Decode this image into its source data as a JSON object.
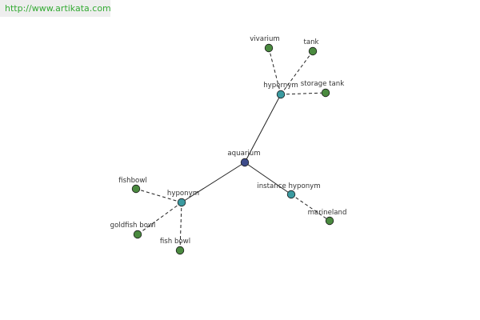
{
  "header": {
    "url_text": "http://www.artikata.com"
  },
  "colors": {
    "root": "#3d4b8a",
    "relation": "#3b9aa0",
    "leaf": "#4a8a3f",
    "edge": "#222222"
  },
  "graph": {
    "nodes": [
      {
        "id": "aquarium",
        "label": "aquarium",
        "kind": "root"
      },
      {
        "id": "hypernym",
        "label": "hypernym",
        "kind": "relation"
      },
      {
        "id": "hyponym",
        "label": "hyponym",
        "kind": "relation"
      },
      {
        "id": "instance-hyponym",
        "label": "instance hyponym",
        "kind": "relation"
      },
      {
        "id": "vivarium",
        "label": "vivarium",
        "kind": "leaf"
      },
      {
        "id": "tank",
        "label": "tank",
        "kind": "leaf"
      },
      {
        "id": "storage-tank",
        "label": "storage tank",
        "kind": "leaf"
      },
      {
        "id": "fishbowl",
        "label": "fishbowl",
        "kind": "leaf"
      },
      {
        "id": "goldfish-bowl",
        "label": "goldfish bowl",
        "kind": "leaf"
      },
      {
        "id": "fish-bowl",
        "label": "fish bowl",
        "kind": "leaf"
      },
      {
        "id": "marineland",
        "label": "marineland",
        "kind": "leaf"
      }
    ],
    "edges": [
      {
        "from": "aquarium",
        "to": "hypernym",
        "style": "solid"
      },
      {
        "from": "aquarium",
        "to": "hyponym",
        "style": "solid"
      },
      {
        "from": "aquarium",
        "to": "instance-hyponym",
        "style": "solid"
      },
      {
        "from": "hypernym",
        "to": "vivarium",
        "style": "dashed"
      },
      {
        "from": "hypernym",
        "to": "tank",
        "style": "dashed"
      },
      {
        "from": "hypernym",
        "to": "storage-tank",
        "style": "dashed"
      },
      {
        "from": "hyponym",
        "to": "fishbowl",
        "style": "dashed"
      },
      {
        "from": "hyponym",
        "to": "goldfish-bowl",
        "style": "dashed"
      },
      {
        "from": "hyponym",
        "to": "fish-bowl",
        "style": "dashed"
      },
      {
        "from": "instance-hyponym",
        "to": "marineland",
        "style": "dashed"
      }
    ]
  }
}
